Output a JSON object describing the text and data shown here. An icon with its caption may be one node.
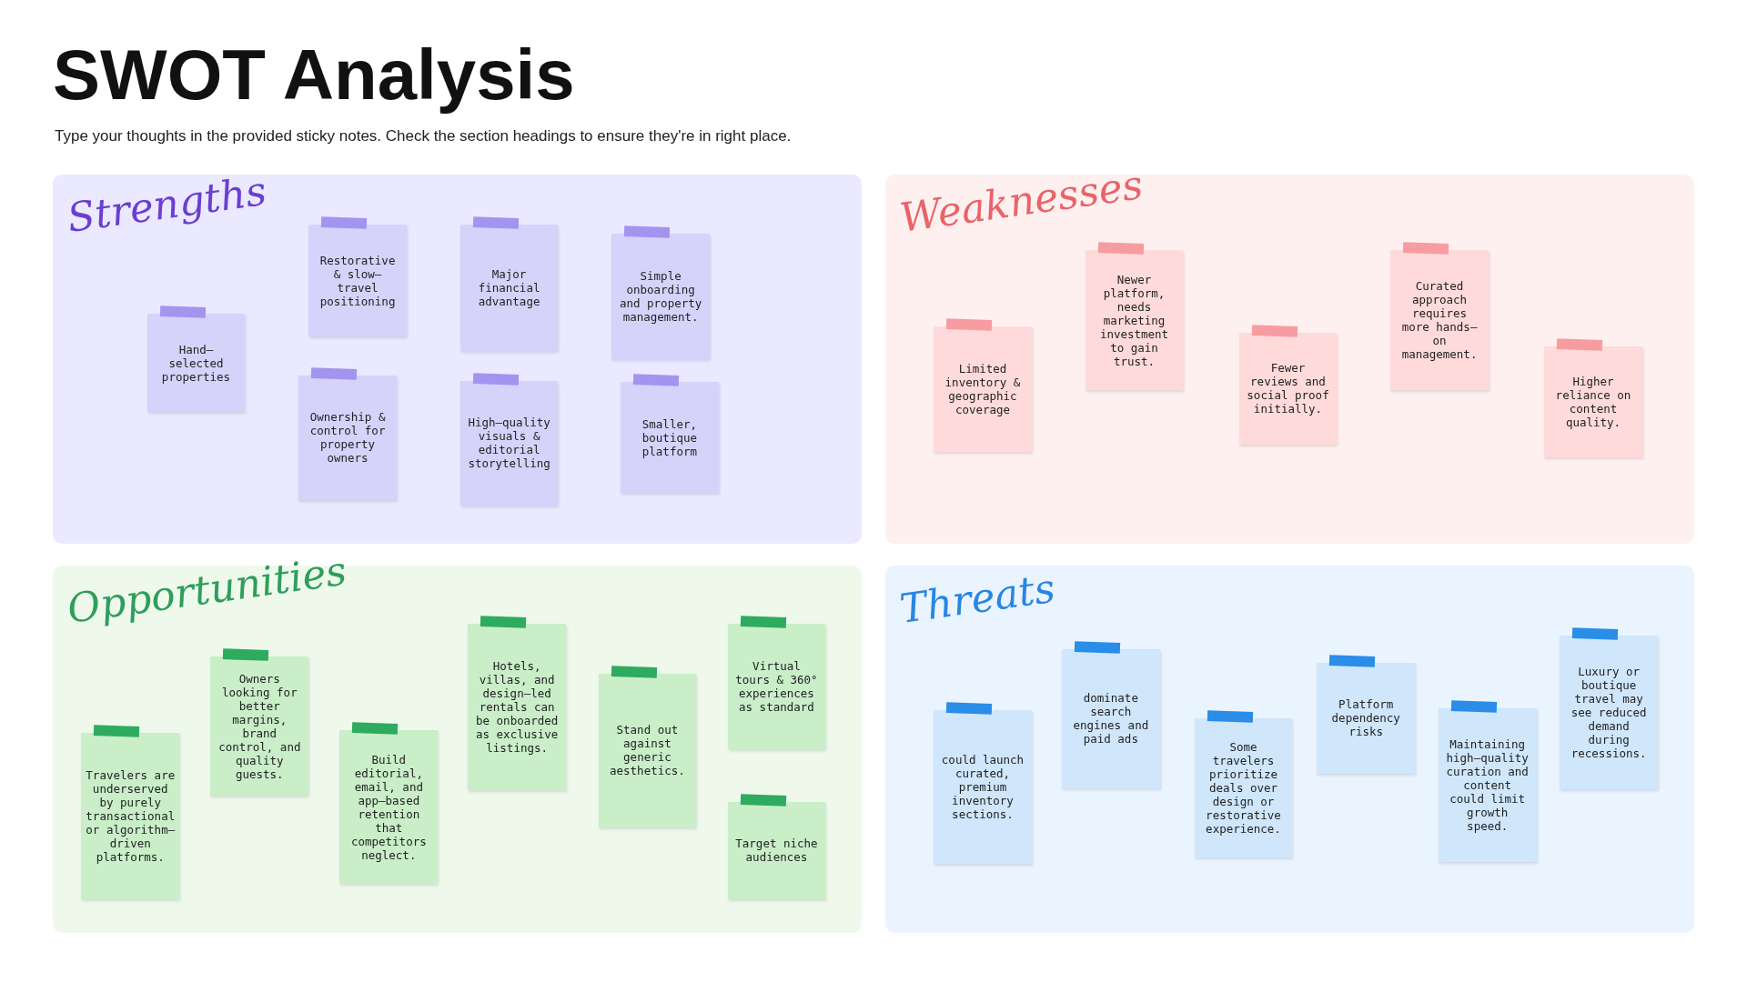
{
  "diagram": {
    "title": "SWOT Analysis",
    "nodes": [
      {
        "text": [
          "Strengths"
        ]
      },
      {
        "text": [
          "Hand–selected properties"
        ],
        "in": 0
      },
      {
        "text": [
          "Restorative & slow–travel positioning"
        ],
        "in": 0
      },
      {
        "text": [
          "Major financial advantage"
        ],
        "in": 0
      },
      {
        "text": [
          "Simple onboarding and property management."
        ],
        "in": 0
      },
      {
        "text": [
          "Ownership & control for property owners"
        ],
        "in": 0
      },
      {
        "text": [
          "High–quality visuals & editorial storytelling"
        ],
        "in": 0
      },
      {
        "text": [
          "Smaller, boutique platform"
        ],
        "in": 0
      },
      {
        "text": [
          "Weaknesses"
        ]
      },
      {
        "text": [
          "Limited inventory & geographic coverage"
        ],
        "in": 8
      },
      {
        "text": [
          "Newer platform, needs marketing investment to gain trust."
        ],
        "in": 8
      },
      {
        "text": [
          "Fewer reviews and social proof initially."
        ],
        "in": 8
      },
      {
        "text": [
          "Curated approach requires more hands–on management."
        ],
        "in": 8
      },
      {
        "text": [
          "Higher reliance on content quality."
        ],
        "in": 8
      },
      {
        "text": [
          "Opportunities"
        ]
      },
      {
        "text": [
          "Travelers are underserved by purely transactional or algorithm–driven platforms."
        ],
        "in": 14
      },
      {
        "text": [
          "Owners looking for better margins, brand control, and quality guests."
        ],
        "in": 14
      },
      {
        "text": [
          "Build editorial, email, and app–based retention that competitors neglect."
        ],
        "in": 14
      },
      {
        "text": [
          "Hotels, villas, and design–led rentals can be onboarded as exclusive listings."
        ],
        "in": 14
      },
      {
        "text": [
          "Stand out against generic aesthetics."
        ],
        "in": 14
      },
      {
        "text": [
          "Virtual tours & 360° experiences as standard"
        ],
        "in": 14
      },
      {
        "text": [
          "Target niche audiences"
        ],
        "in": 14
      },
      {
        "text": [
          "Threats"
        ]
      },
      {
        "text": [
          "could launch curated, premium inventory sections."
        ],
        "in": 22
      },
      {
        "text": [
          "dominate search engines and paid ads"
        ],
        "in": 22
      },
      {
        "text": [
          "Some travelers prioritize deals over design or restorative experience."
        ],
        "in": 22
      },
      {
        "text": [
          "Platform dependency risks"
        ],
        "in": 22
      },
      {
        "text": [
          "Maintaining high–quality curation and content could limit growth speed."
        ],
        "in": 22
      },
      {
        "text": [
          "Luxury or boutique travel may see reduced demand during recessions."
        ],
        "in": 22
      }
    ],
    "labels": [
      "Type your thoughts in the provided sticky notes. Check the section headings to ensure they're in right place."
    ]
  }
}
